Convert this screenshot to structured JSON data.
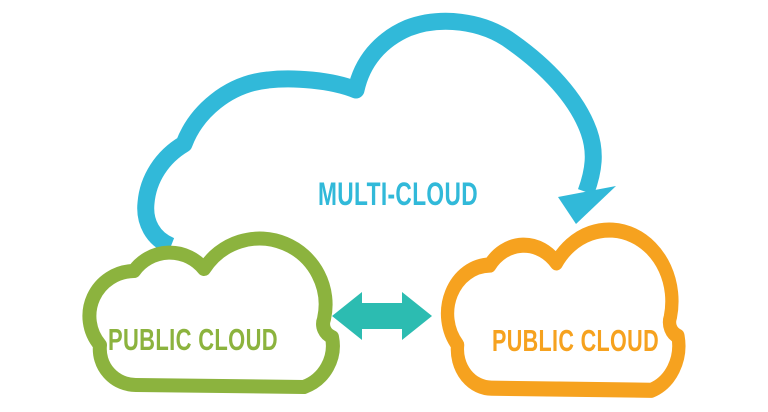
{
  "diagram": {
    "background_color": "#ffffff",
    "multi_cloud": {
      "label": "MULTI-CLOUD",
      "color": "#31b9d9"
    },
    "public_cloud_left": {
      "label": "PUBLIC CLOUD",
      "color": "#8cb33e"
    },
    "public_cloud_right": {
      "label": "PUBLIC CLOUD",
      "color": "#f6a21f"
    },
    "exchange_arrow": {
      "color": "#2cbcb1",
      "direction": "bidirectional"
    }
  }
}
